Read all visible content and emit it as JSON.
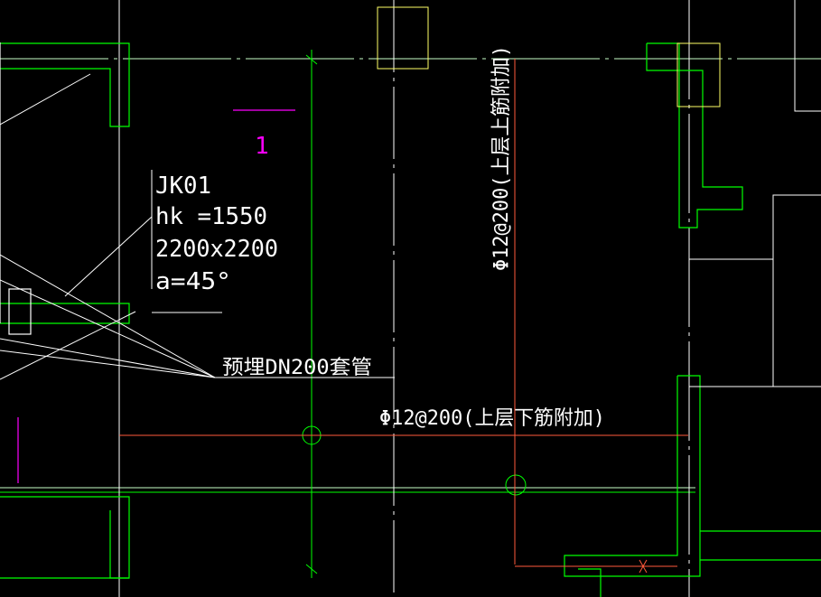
{
  "colors": {
    "background": "#000000",
    "wall": "#00ff00",
    "leader": "#ffffff",
    "rebar": "#ff5a3c",
    "marker": "#ff00ff",
    "column": "#ffff66",
    "grid": "#c8ffc8"
  },
  "labels": {
    "grid_mark": "1",
    "pit_id": "JK01",
    "pit_depth": "hk =1550",
    "pit_size": "2200x2200",
    "pit_angle": "a=45°",
    "sleeve": "预埋DN200套管",
    "rebar_horizontal": "Φ12@200(上层下筋附加)",
    "rebar_vertical": "Φ12@200(上层上筋附加)"
  }
}
